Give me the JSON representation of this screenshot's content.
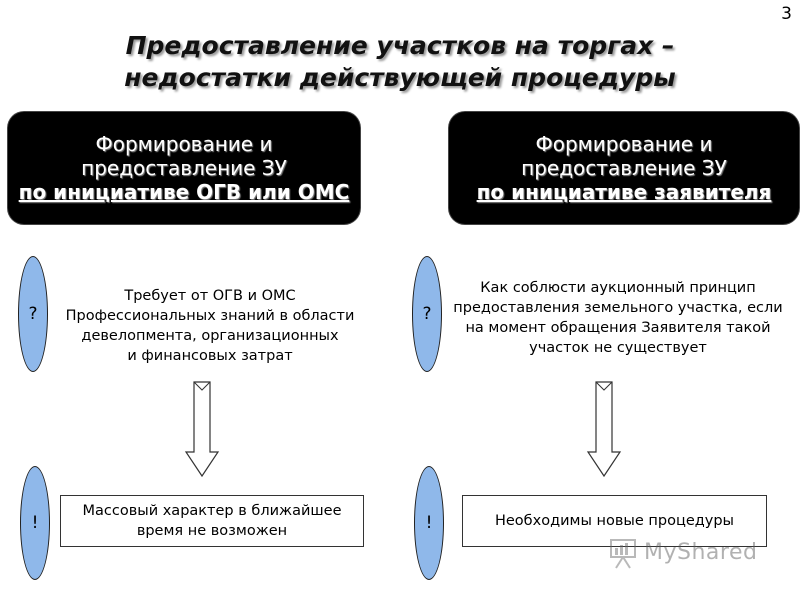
{
  "page_number": "3",
  "title": {
    "line1": "Предоставление участков на торгах –",
    "line2": "недостатки действующей процедуры"
  },
  "left": {
    "header": {
      "line1": "Формирование и",
      "line2": "предоставление ЗУ",
      "line3": "по инициативе ОГВ или ОМС"
    },
    "question_mark": "?",
    "problem_text": [
      "Требует от ОГВ и ОМС",
      "Профессиональных знаний в области",
      "девелопмента, организационных",
      "и финансовых затрат"
    ],
    "exclamation_mark": "!",
    "result_text": [
      "Массовый характер в ближайшее",
      "время не возможен"
    ]
  },
  "right": {
    "header": {
      "line1": "Формирование и",
      "line2": "предоставление ЗУ",
      "line3": "по инициативе заявителя "
    },
    "question_mark": "?",
    "problem_text": [
      "Как соблюсти аукционный принцип",
      "предоставления земельного участка, если",
      "на момент обращения Заявителя такой",
      "участок не существует"
    ],
    "exclamation_mark": "!",
    "result_text": [
      "Необходимы новые процедуры"
    ]
  },
  "watermark": {
    "text": "MyShared",
    "icon": "presentation-board-icon"
  },
  "colors": {
    "oval_fill": "#8fb8ea",
    "header_box_fill": "#000000"
  }
}
